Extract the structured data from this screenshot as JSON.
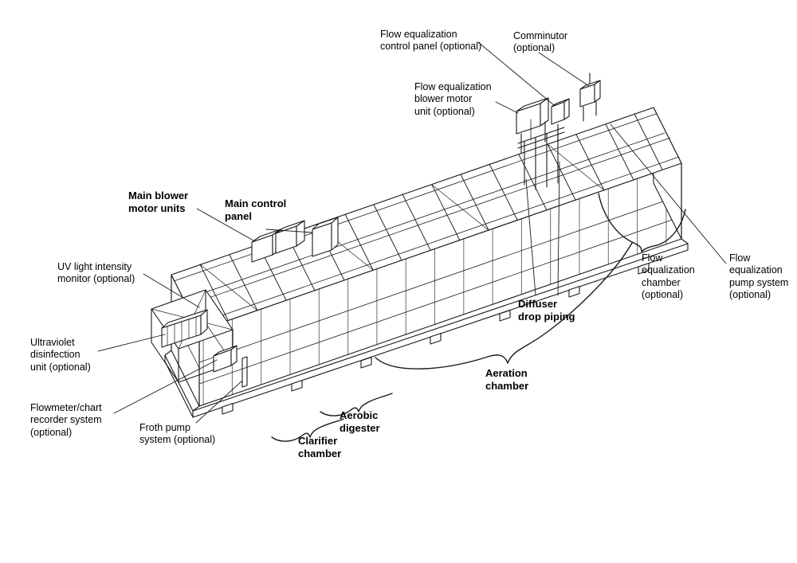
{
  "colors": {
    "background": "#ffffff",
    "line": "#1a1a1a",
    "text": "#000000"
  },
  "labels": {
    "flow_equalization_control_panel": "Flow equalization\ncontrol panel (optional)",
    "comminutor": "Comminutor\n(optional)",
    "flow_equalization_blower_motor_unit": "Flow equalization\nblower motor\nunit (optional)",
    "main_blower_motor_units": "Main blower\nmotor units",
    "main_control_panel": "Main control\npanel",
    "uv_light_intensity_monitor": "UV light intensity\nmonitor (optional)",
    "flow_equalization_chamber": "Flow\nequalization\nchamber\n(optional)",
    "flow_equalization_pump_system": "Flow\nequalization\npump system\n(optional)",
    "diffuser_drop_piping": "Diffuser\ndrop piping",
    "ultraviolet_disinfection_unit": "Ultraviolet\ndisinfection\nunit (optional)",
    "aeration_chamber": "Aeration\nchamber",
    "flowmeter_chart_recorder_system": "Flowmeter/chart\nrecorder system\n(optional)",
    "froth_pump_system": "Froth pump\nsystem (optional)",
    "aerobic_digester": "Aerobic\ndigester",
    "clarifier_chamber": "Clarifier\nchamber"
  }
}
